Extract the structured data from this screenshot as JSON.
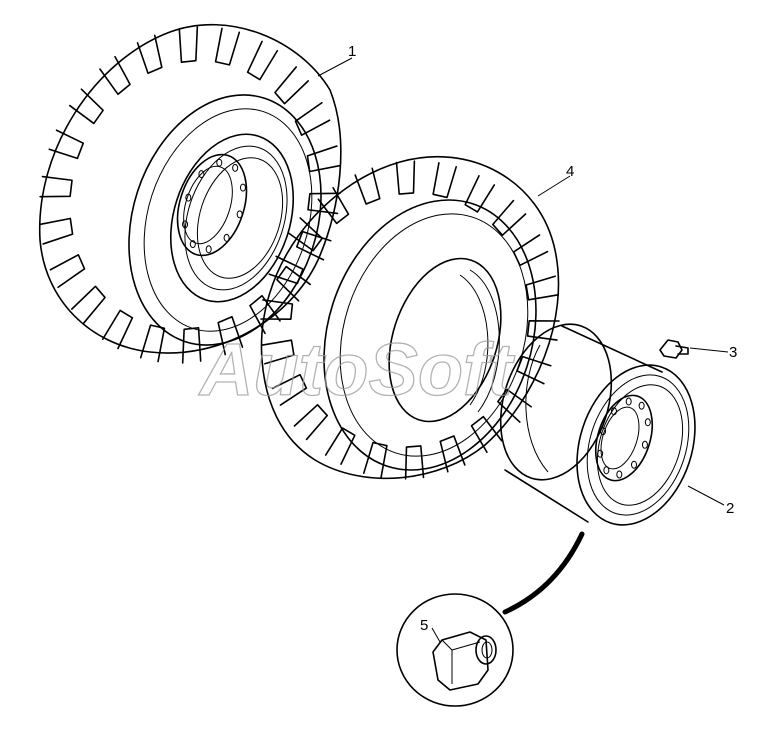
{
  "callouts": {
    "c1": "1",
    "c2": "2",
    "c3": "3",
    "c4": "4",
    "c5": "5"
  },
  "watermark": "AutoSoft",
  "colors": {
    "line": "#000000",
    "background": "#ffffff",
    "watermark": "#9a9a9a"
  }
}
